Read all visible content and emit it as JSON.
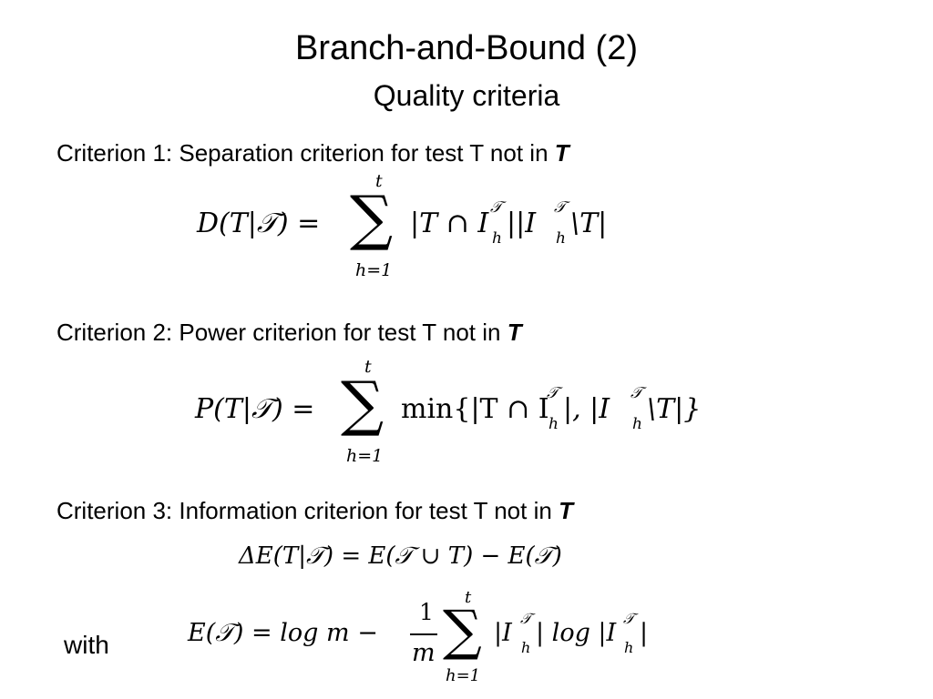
{
  "slide": {
    "title": "Branch-and-Bound (2)",
    "subtitle": "Quality criteria"
  },
  "criteria": [
    {
      "label": "Criterion 1: Separation criterion for test T not in ",
      "emph": "T"
    },
    {
      "label": "Criterion 2: Power criterion for test T not in ",
      "emph": "T"
    },
    {
      "label": "Criterion 3: Information criterion for test T not in ",
      "emph": "T"
    }
  ],
  "with_label": "with",
  "formulas": {
    "separation": {
      "lhs": "D(T|𝒯) =",
      "sum_upper": "t",
      "sum_lower": "h=1",
      "body": "|T ∩ I",
      "sup1": "𝒯",
      "sub1": "h",
      "body2": "||I",
      "sup2": "𝒯",
      "sub2": "h",
      "body3": "\\T|"
    },
    "power": {
      "lhs": "P(T|𝒯) =",
      "sum_upper": "t",
      "sum_lower": "h=1",
      "body": "min{|T ∩ I",
      "sup1": "𝒯",
      "sub1": "h",
      "body2": "|, |I",
      "sup2": "𝒯",
      "sub2": "h",
      "body3": "\\T|}"
    },
    "information": {
      "text": "ΔE(T|𝒯) = E(𝒯 ∪ T) − E(𝒯)"
    },
    "entropy": {
      "lhs": "E(𝒯) = log m −",
      "frac_num": "1",
      "frac_den": "m",
      "sum_upper": "t",
      "sum_lower": "h=1",
      "body": "|I",
      "sup1": "𝒯",
      "sub1": "h",
      "body2": "| log |I",
      "sup2": "𝒯",
      "sub2": "h",
      "body3": "|"
    }
  }
}
